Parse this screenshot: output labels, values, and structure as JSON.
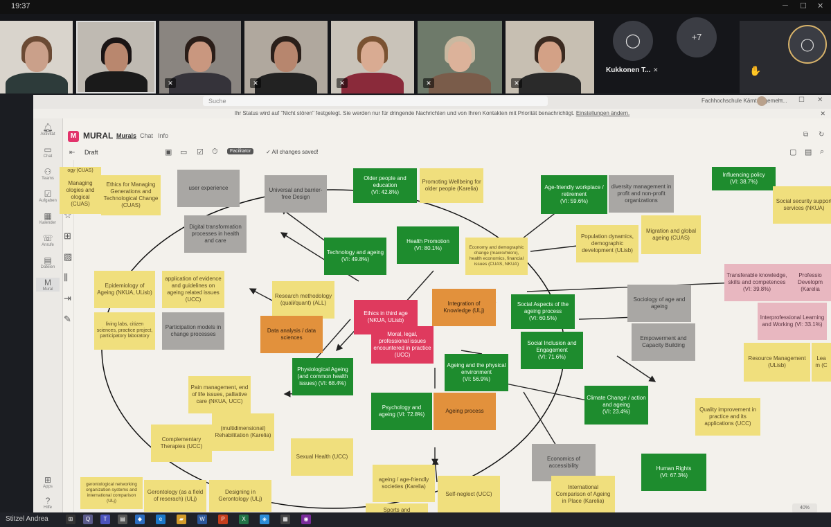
{
  "system": {
    "clock": "19:37"
  },
  "meeting": {
    "participant_name": "Kukkonen T...",
    "overflow_count": "+7",
    "presenter_name": "Stitzel Andrea"
  },
  "screen_share": {
    "window_title": "Fachhochschule Kärnten gemein...",
    "search_placeholder": "Suche",
    "status_notice": "Ihr Status wird auf \"Nicht stören\" festgelegt. Sie werden nur für dringende Nachrichten und von Ihren Kontakten mit Priorität benachrichtigt.",
    "status_link": "Einstellungen ändern.",
    "rail": [
      "Aktivität",
      "Chat",
      "Teams",
      "Aufgaben",
      "Kalender",
      "Anrufe",
      "Dateien",
      "Mural",
      "Apps",
      "Hilfe"
    ]
  },
  "mural": {
    "brand": "MURAL",
    "tabs": [
      "Murals",
      "Chat",
      "Info"
    ],
    "draft": "Draft",
    "facilitator": "Facilitator",
    "saved": "All changes saved!"
  },
  "notes": {
    "cut_top": "ogy (CUAS)",
    "managing": "Managing\nologies and\nological\n(CUAS)",
    "ethics_tech": "Ethics for Managing Generations and Technological Change (CUAS)",
    "user_exp": "user experience",
    "universal": "Universal and barrier-free Design",
    "older": "Older people and education\n(VI: 42.8%)",
    "wellbeing": "Promoting Wellbeing for older people (Karelia)",
    "agefriendly_work": "Age-friendly workplace / retirement\n(VI: 59.6%)",
    "diversity": "diversity management in profit and non-profit organizations",
    "influencing": "Influencing policy\n(VI: 38.7%)",
    "social_security": "Social security support services (NKUA)",
    "digital": "Digital transformation processes in health and care",
    "technology": "Technology and ageing\n(VI: 49.8%)",
    "health_promo": "Health Promotion\n(VI: 80.1%)",
    "economy": "Economy and demographic change (macro/micro), health economics, financial issues (CUAS, NKUA)",
    "population": "Population dynamics, demographic development (ULisb)",
    "migration": "Migration and global ageing (CUAS)",
    "transferable": "Transferable knowledge, skills and competences\n(VI: 39.8%)",
    "prof_dev": "Professio Developm (Karelia",
    "epidemiology": "Epidemiology of Ageing (NKUA, ULisb)",
    "evidence": "application of evidence and guidelines on ageing related issues (UCC)",
    "research": "Research methodology (quali/quant) (ALL)",
    "ethics_third": "Ethics in third age\n(NKUA, ULisb)",
    "integration": "Integration of Knowledge (ULj)",
    "social_aspects": "Social Aspects of the ageing process\n(VI: 60.5%)",
    "sociology": "Sociology of age and ageing",
    "interprof": "Interprofessional Learning and Working (VI: 33.1%)",
    "living_labs": "living labs, citizen sciences, practice project, participatory laboratory",
    "participation": "Participation models in change processes",
    "data_analysis": "Data analysis / data sciences",
    "moral": "Moral, legal, professional issues encountered in practice (UCC)",
    "social_inclusion": "Social Inclusion and Engagement\n(VI: 71.6%)",
    "empowerment": "Empowerment and Capacity Building",
    "resource": "Resource Management (ULisb)",
    "lea": "Lea m (C",
    "physiological": "Physiological Ageing (and common health issues) (VI: 68.4%)",
    "physical_env": "Ageing and the physical environment\n(VI: 56.9%)",
    "pain": "Pain management, end of life issues, palliative care (NKUA, UCC)",
    "climate": "Climate Change / action and ageing\n(VI: 23.4%)",
    "quality": "Quality improvement in practice and its applications (UCC)",
    "psychology": "Psychology and ageing (VI: 72.8%)",
    "ageing_process": "Ageing process",
    "rehab": "(multidimensional) Rehabilitation (Karelia)",
    "complementary": "Complementary Therapies (UCC)",
    "sexual": "Sexual Health (UCC)",
    "economics_access": "Economics of accessibility",
    "human_rights": "Human Rights\n(VI: 67.3%)",
    "networking": "gerontological networking organization systems and international comparison (ULj)",
    "gerontology_field": "Gerontology (as a field of reserach) (ULj)",
    "designing": "Designing in Gerontology (ULj)",
    "agefriendly_soc": "ageing / age-friendly societies (Karelia)",
    "self_neglect": "Self-neglect (UCC)",
    "intl_comparison": "International Comparison of Ageing in Place (Karelia)",
    "sports": "Sports and"
  },
  "zoom_label": "40%",
  "colors": {
    "green": "#1e8c2e",
    "yellow": "#f0df7d",
    "gray": "#a9a7a4",
    "orange": "#e2913c",
    "pink": "#df3a5e",
    "mural_brand": "#e2336b"
  }
}
